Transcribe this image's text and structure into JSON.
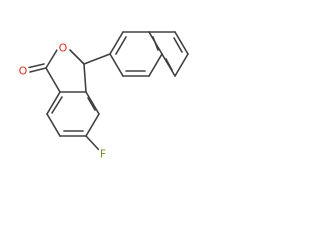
{
  "molecule": {
    "atoms": [
      {
        "id": "o-ring",
        "label": "O",
        "color": "#e0301e"
      },
      {
        "id": "o-carbonyl",
        "label": "O",
        "color": "#e0301e"
      },
      {
        "id": "f",
        "label": "F",
        "color": "#6a9a2a"
      }
    ],
    "bond_color": "#404040"
  }
}
